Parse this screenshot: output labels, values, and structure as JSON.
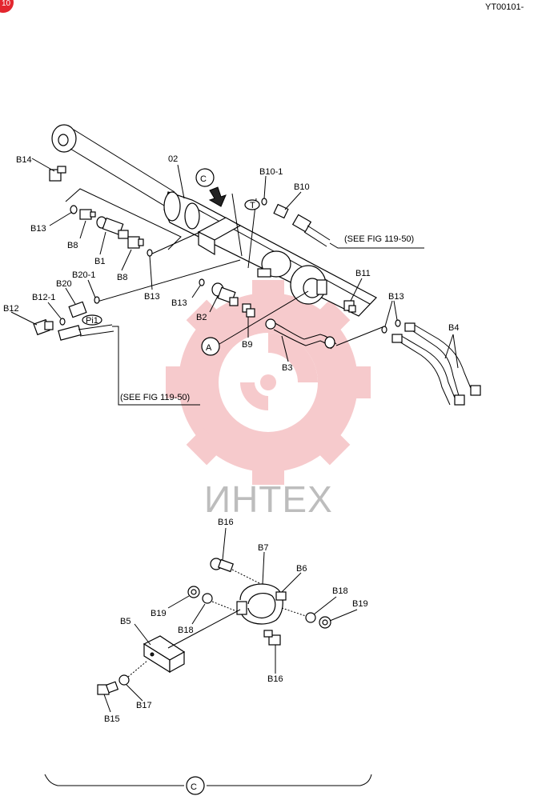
{
  "doc_code": "YT00101-",
  "corner_badge": "10",
  "watermark": "ИНТЕХ",
  "colors": {
    "badge": "#e3262e",
    "watermark_gear": "#f4b9bb",
    "watermark_text": "#bdbdbd"
  },
  "references": {
    "see_fig_top": "(SEE FIG 119-50)",
    "see_fig_left": "(SEE FIG 119-50)",
    "port_pi1": "Pi1",
    "port_t": "T",
    "callout_c_top": "C",
    "callout_a": "A",
    "callout_c_bottom": "C"
  },
  "labels": {
    "B14": "B14",
    "part_02": "02",
    "B13_a": "B13",
    "B8_a": "B8",
    "B1": "B1",
    "B8_b": "B8",
    "B13_b": "B13",
    "B20_1": "B20-1",
    "B20": "B20",
    "B12_1": "B12-1",
    "B12": "B12",
    "B13_c": "B13",
    "B2": "B2",
    "B9": "B9",
    "B3": "B3",
    "B10_1": "B10-1",
    "B10": "B10",
    "B11": "B11",
    "B13_d": "B13",
    "B4": "B4",
    "B16_a": "B16",
    "B7": "B7",
    "B6": "B6",
    "B19_a": "B19",
    "B18_a": "B18",
    "B18_b": "B18",
    "B19_b": "B19",
    "B5": "B5",
    "B16_b": "B16",
    "B17": "B17",
    "B15": "B15"
  }
}
